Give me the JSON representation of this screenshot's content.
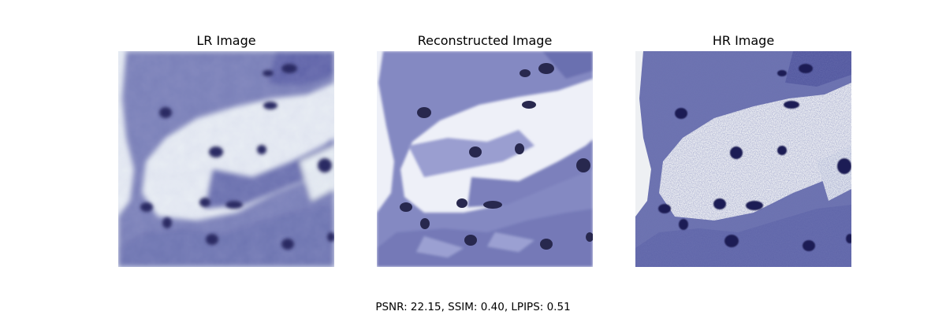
{
  "panels": [
    {
      "title": "LR Image"
    },
    {
      "title": "Reconstructed Image"
    },
    {
      "title": "HR Image"
    }
  ],
  "metrics_line": "PSNR: 22.15, SSIM: 0.40, LPIPS: 0.51",
  "colors": {
    "background": "#ffffff",
    "tissue": "#6f75b4",
    "nucleus": "#202056",
    "gap": "#e8ecf6"
  }
}
